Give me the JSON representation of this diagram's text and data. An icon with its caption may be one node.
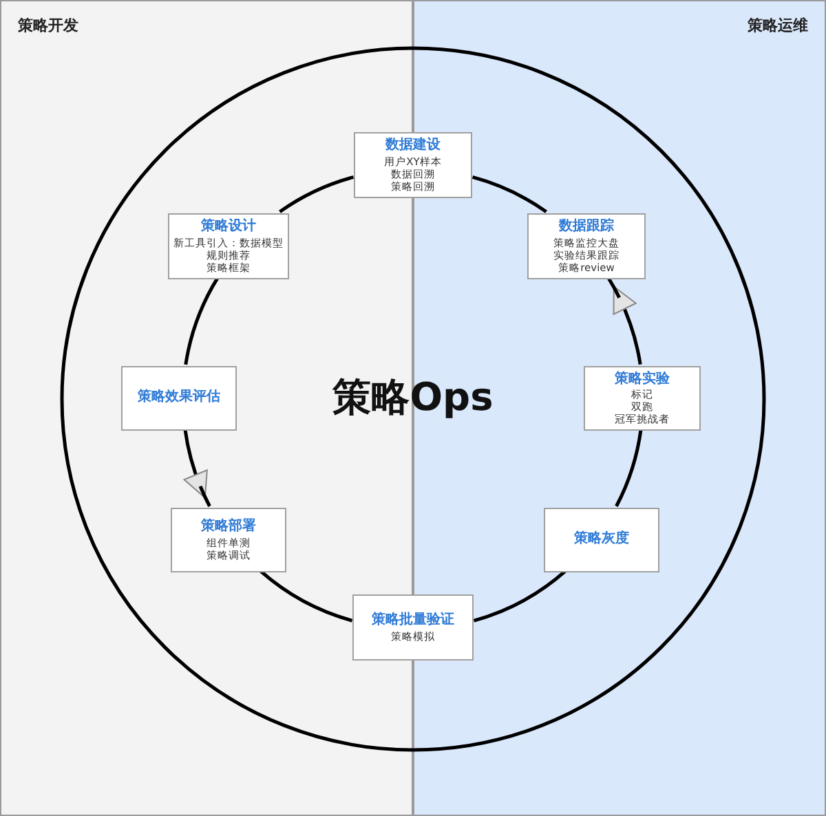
{
  "diagram": {
    "nodes": [
      {
        "text": [
          "策略开发"
        ]
      },
      {
        "text": [
          "策略运维"
        ]
      },
      {
        "text": [
          "数据建设",
          "用户XY样本",
          "数据回溯",
          "策略回溯"
        ]
      },
      {
        "text": [
          "策略设计",
          "新工具引入：数据模型",
          "规则推荐",
          "策略框架"
        ],
        "in": 0
      },
      {
        "text": [
          "数据跟踪",
          "策略监控大盘",
          "实验结果跟踪",
          "策略review"
        ],
        "in": 1
      },
      {
        "text": [
          "策略效果评估"
        ],
        "in": 0
      },
      {
        "text": [
          "策略实验",
          "标记",
          "双跑",
          "冠军挑战者"
        ],
        "in": 1
      },
      {
        "text": [
          "策略部署",
          "组件单测",
          "策略调试"
        ],
        "in": 0
      },
      {
        "text": [
          "策略灰度"
        ],
        "in": 1
      },
      {
        "text": [
          "策略批量验证",
          "策略模拟"
        ]
      }
    ],
    "edges": [
      {
        "from": 2,
        "to": 3,
        "arrow": "none"
      },
      {
        "from": 3,
        "to": 5,
        "arrow": "none"
      },
      {
        "from": 5,
        "to": 7,
        "arrow": "to"
      },
      {
        "from": 7,
        "to": 9,
        "arrow": "none"
      },
      {
        "from": 9,
        "to": 8,
        "arrow": "none"
      },
      {
        "from": 8,
        "to": 6,
        "arrow": "none"
      },
      {
        "from": 6,
        "to": 4,
        "arrow": "to"
      },
      {
        "from": 4,
        "to": 2,
        "arrow": "none"
      }
    ],
    "labels": [
      "策略Ops"
    ]
  }
}
